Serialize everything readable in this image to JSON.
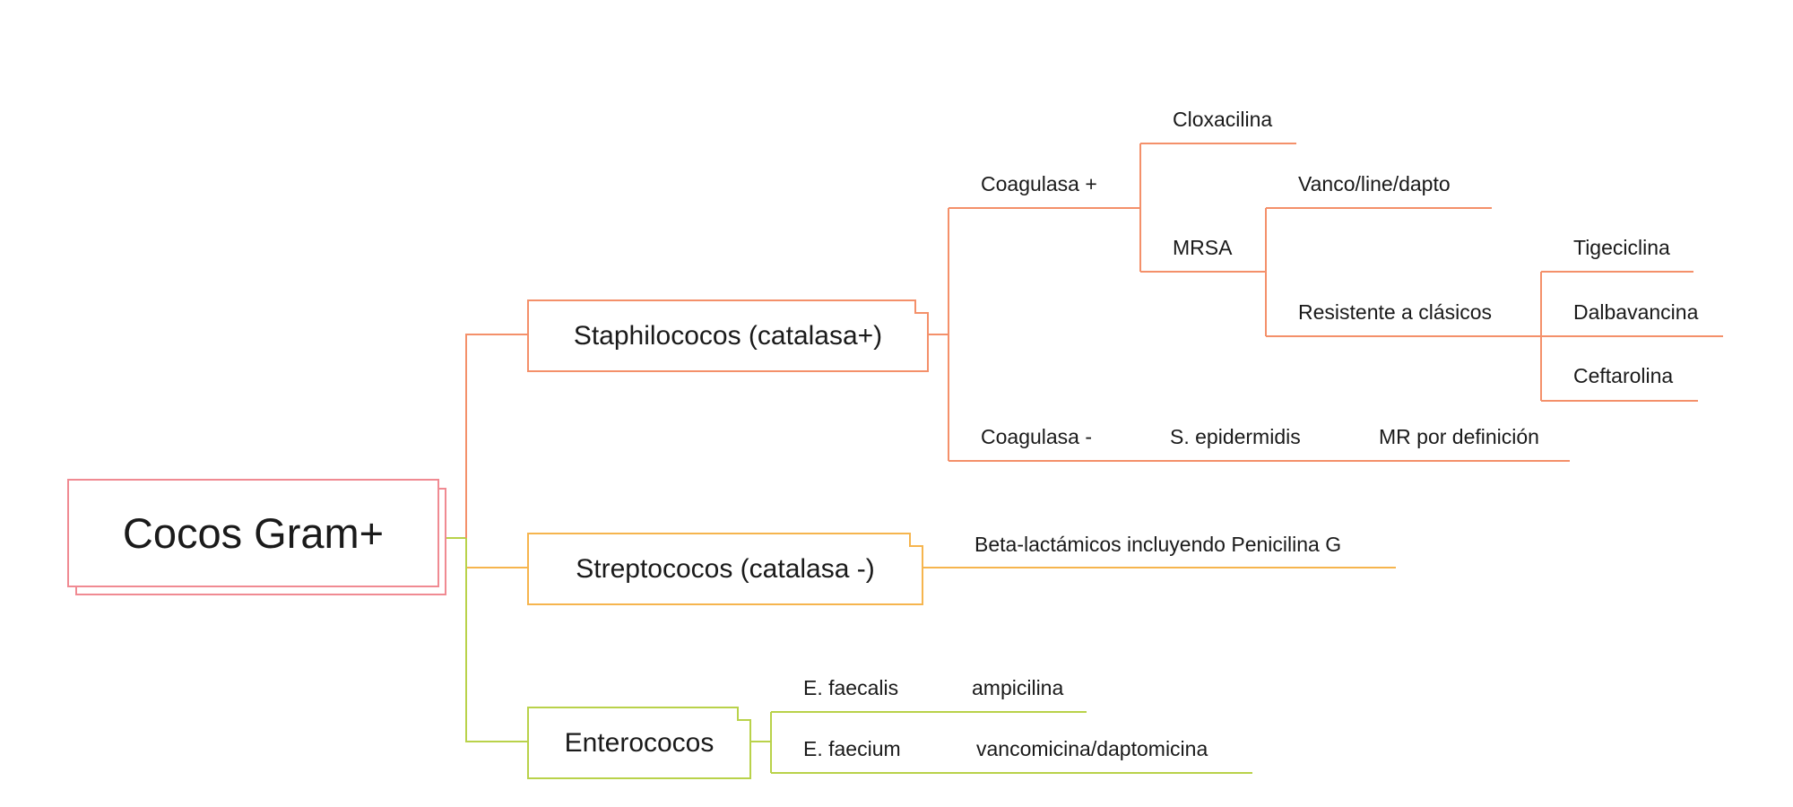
{
  "colors": {
    "root": "#f08a92",
    "staph": "#f4906a",
    "strep": "#f6b54e",
    "entero": "#b9d24a"
  },
  "root": {
    "label": "Cocos Gram+"
  },
  "staph": {
    "label": "Staphilococos (catalasa+)",
    "coag_pos": {
      "label": "Coagulasa +",
      "cloxacilina": "Cloxacilina",
      "mrsa": {
        "label": "MRSA",
        "vanco": "Vanco/line/dapto",
        "resistente": {
          "label": "Resistente a clásicos",
          "options": [
            "Tigeciclina",
            "Dalbavancina",
            "Ceftarolina"
          ]
        }
      }
    },
    "coag_neg": {
      "label": "Coagulasa -",
      "species": "S. epidermidis",
      "note": "MR por definición"
    }
  },
  "strep": {
    "label": "Streptococos (catalasa -)",
    "treatment": "Beta-lactámicos incluyendo Penicilina G"
  },
  "entero": {
    "label": "Enterococos",
    "faecalis": {
      "label": "E. faecalis",
      "treatment": "ampicilina"
    },
    "faecium": {
      "label": "E. faecium",
      "treatment": "vancomicina/daptomicina"
    }
  }
}
